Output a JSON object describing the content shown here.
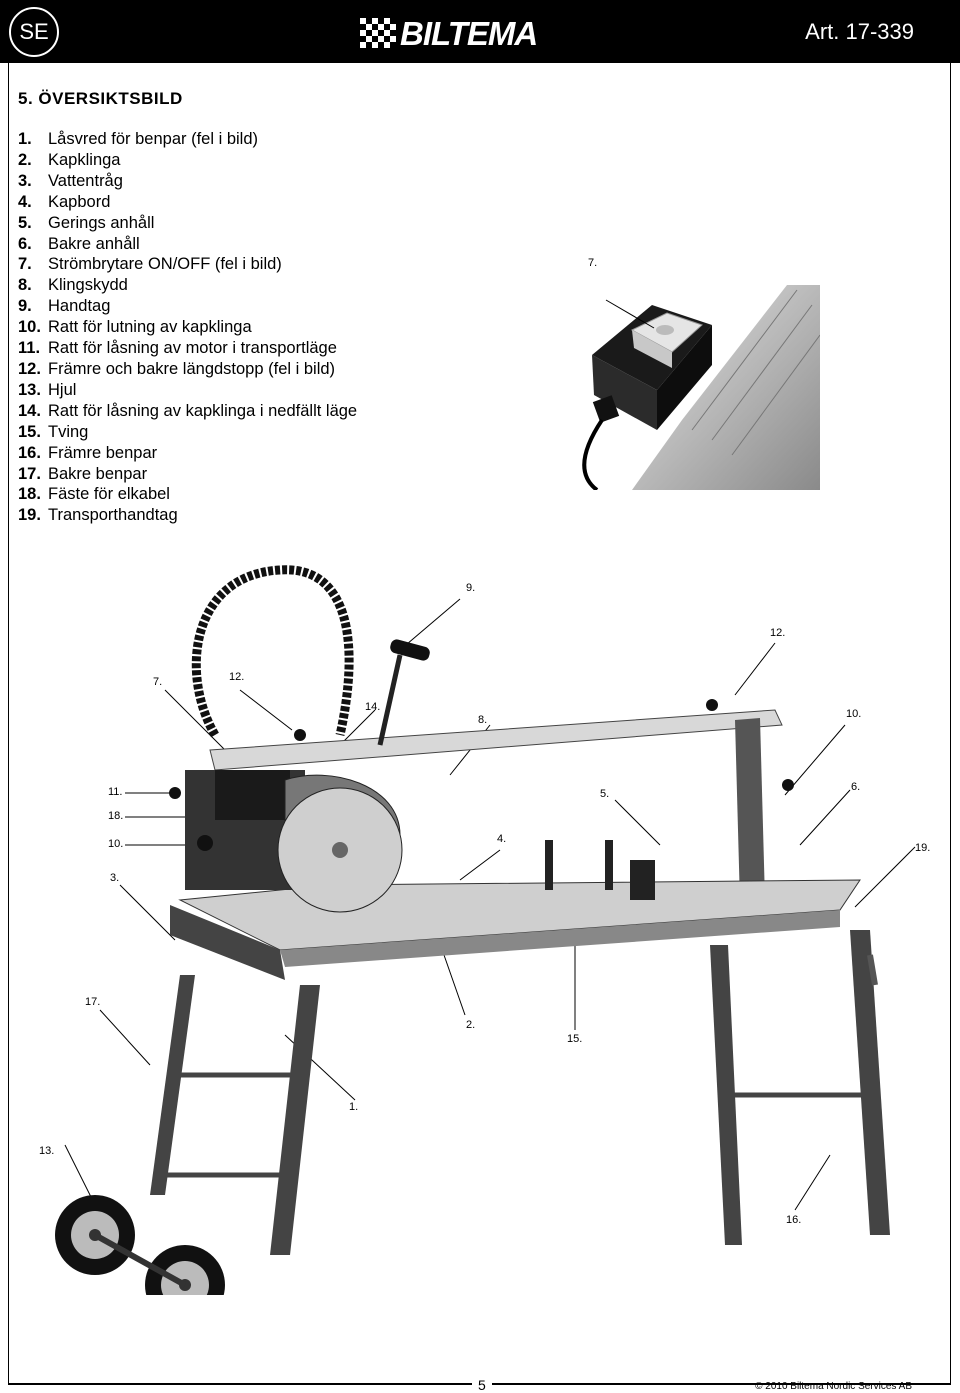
{
  "header": {
    "language": "SE",
    "brand": "BILTEMA",
    "article": "Art. 17-339"
  },
  "section": {
    "title": "5. ÖVERSIKTSBILD"
  },
  "parts": [
    {
      "num": "1.",
      "label": "Låsvred för benpar (fel i bild)"
    },
    {
      "num": "2.",
      "label": "Kapklinga"
    },
    {
      "num": "3.",
      "label": "Vattentråg"
    },
    {
      "num": "4.",
      "label": "Kapbord"
    },
    {
      "num": "5.",
      "label": "Gerings anhåll"
    },
    {
      "num": "6.",
      "label": "Bakre anhåll"
    },
    {
      "num": "7.",
      "label": "Strömbrytare ON/OFF (fel i bild)"
    },
    {
      "num": "8.",
      "label": "Klingskydd"
    },
    {
      "num": "9.",
      "label": "Handtag"
    },
    {
      "num": "10.",
      "label": "Ratt för lutning av kapklinga"
    },
    {
      "num": "11.",
      "label": "Ratt för låsning av motor i transportläge"
    },
    {
      "num": "12.",
      "label": "Främre och bakre längdstopp (fel i bild)"
    },
    {
      "num": "13.",
      "label": "Hjul"
    },
    {
      "num": "14.",
      "label": "Ratt för låsning av kapklinga i nedfällt läge"
    },
    {
      "num": "15.",
      "label": "Tving"
    },
    {
      "num": "16.",
      "label": "Främre benpar"
    },
    {
      "num": "17.",
      "label": "Bakre benpar"
    },
    {
      "num": "18.",
      "label": "Fäste för elkabel"
    },
    {
      "num": "19.",
      "label": "Transporthandtag"
    }
  ],
  "callouts": {
    "inset_7": "7.",
    "c9": "9.",
    "c12a": "12.",
    "c7": "7.",
    "c12b": "12.",
    "c14": "14.",
    "c8": "8.",
    "c10a": "10.",
    "c11": "11.",
    "c5": "5.",
    "c6": "6.",
    "c18": "18.",
    "c10b": "10.",
    "c4": "4.",
    "c19": "19.",
    "c3": "3.",
    "c17": "17.",
    "c2": "2.",
    "c15": "15.",
    "c1": "1.",
    "c13": "13.",
    "c16": "16."
  },
  "footer": {
    "page": "5",
    "copyright": "© 2010 Biltema Nordic Services AB"
  }
}
